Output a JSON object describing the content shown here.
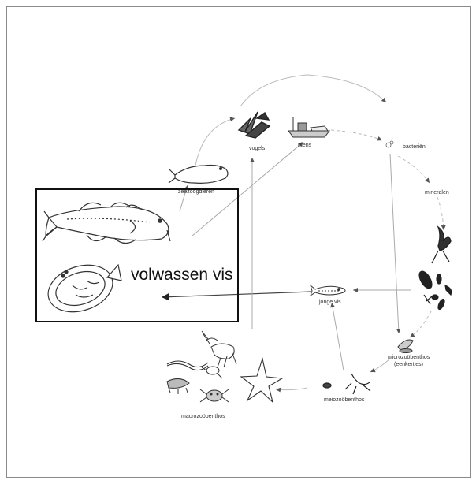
{
  "main_box_label": "volwassen vis",
  "nodes": {
    "vogels": "vogels",
    "mens": "mens",
    "bacterien": "bacteriën",
    "mineralen": "mineralen",
    "jonge_vis": "jonge vis",
    "microzoobenthos": "microzoöbenthos",
    "microzoobenthos_sub": "(eenkertjes)",
    "meiozoobenthos": "meiozoöbenthos",
    "macrozoobenthos": "macrozoöbenthos",
    "zeezoogdieren": "zeezoogdieren"
  }
}
